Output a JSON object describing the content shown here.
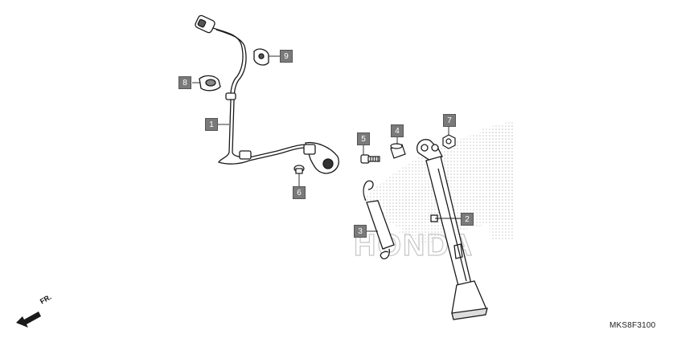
{
  "diagram": {
    "figure_code": "MKS8F3100",
    "front_indicator": "FR.",
    "watermark_text": "HONDA",
    "callouts": [
      {
        "id": "1",
        "label": "1"
      },
      {
        "id": "2",
        "label": "2"
      },
      {
        "id": "3",
        "label": "3"
      },
      {
        "id": "4",
        "label": "4"
      },
      {
        "id": "5",
        "label": "5"
      },
      {
        "id": "6",
        "label": "6"
      },
      {
        "id": "7",
        "label": "7"
      },
      {
        "id": "8",
        "label": "8"
      },
      {
        "id": "9",
        "label": "9"
      }
    ]
  },
  "colors": {
    "line": "#1a1a1a",
    "callout_fill": "#7a7a7a",
    "watermark": "#cfcfcf"
  }
}
